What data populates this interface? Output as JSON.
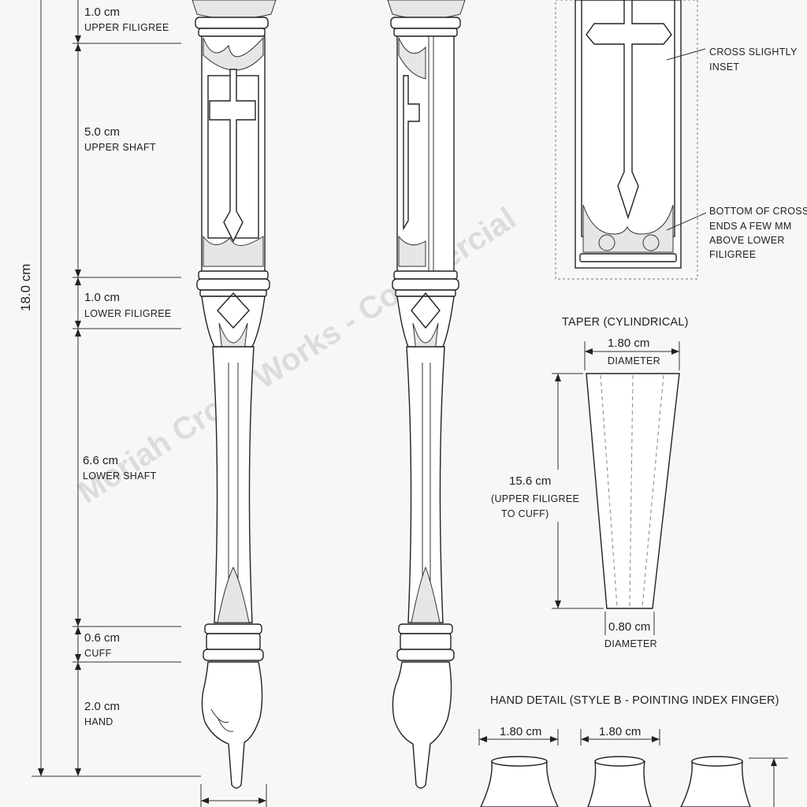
{
  "overall": {
    "value": "18.0 cm"
  },
  "segments": [
    {
      "value": "1.0 cm",
      "label": "UPPER FILIGREE"
    },
    {
      "value": "5.0 cm",
      "label": "UPPER SHAFT"
    },
    {
      "value": "1.0 cm",
      "label": "LOWER FILIGREE"
    },
    {
      "value": "6.6 cm",
      "label": "LOWER SHAFT"
    },
    {
      "value": "0.6 cm",
      "label": "CUFF"
    },
    {
      "value": "2.0 cm",
      "label": "HAND"
    }
  ],
  "inset": {
    "note_cross": [
      "CROSS SLIGHTLY",
      "INSET"
    ],
    "note_bottom": [
      "BOTTOM OF CROSS",
      "ENDS A FEW MM",
      "ABOVE LOWER",
      "FILIGREE"
    ]
  },
  "taper": {
    "title": "TAPER (CYLINDRICAL)",
    "top_value": "1.80 cm",
    "top_label": "DIAMETER",
    "length_value": "15.6 cm",
    "length_label": [
      "(UPPER FILIGREE",
      "TO CUFF)"
    ],
    "bottom_value": "0.80 cm",
    "bottom_label": "DIAMETER"
  },
  "hand_detail": {
    "title": "HAND DETAIL (STYLE B - POINTING INDEX FINGER)",
    "dim_a": "1.80 cm",
    "dim_b": "1.80 cm"
  },
  "watermark": "Moriah Cross Works - Commercial",
  "colors": {
    "ink": "#222222",
    "paper": "#f7f7f5",
    "watermark": "#dcdcda"
  }
}
